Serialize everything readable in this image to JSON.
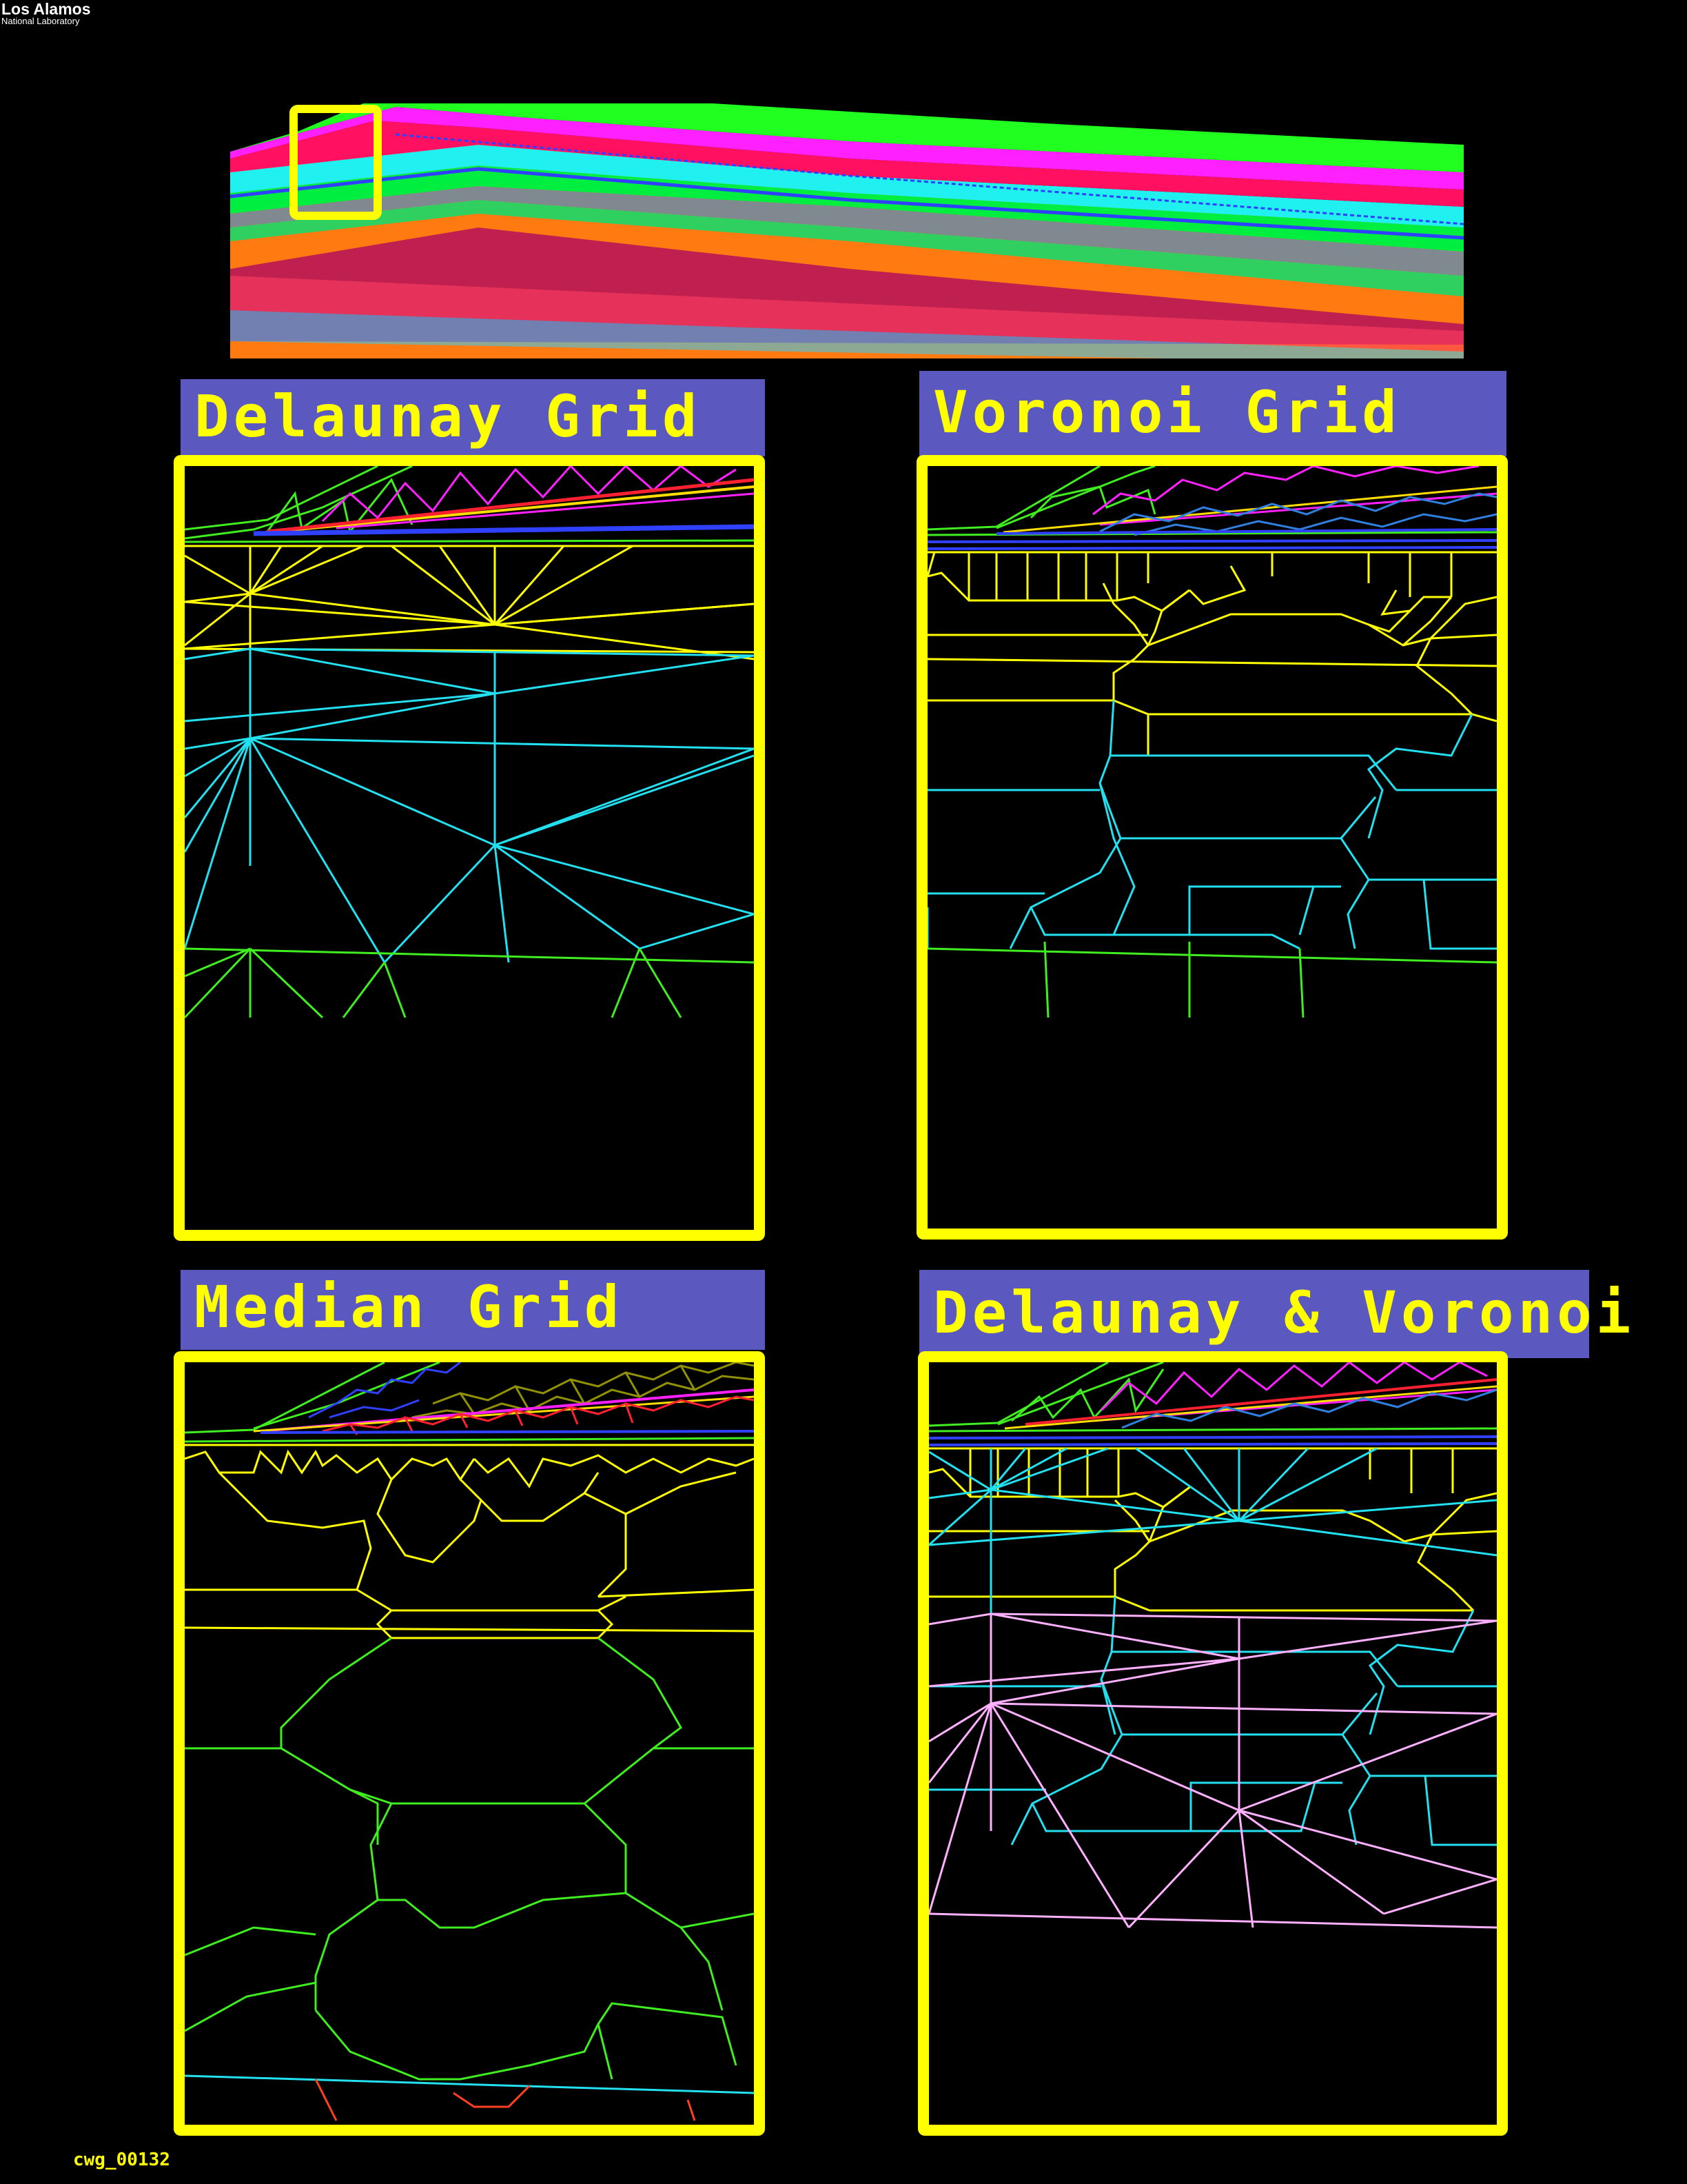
{
  "logo": {
    "name": "Los Alamos",
    "subtitle": "National Laboratory"
  },
  "panels": {
    "delaunay": {
      "title": "Delaunay Grid"
    },
    "voronoi": {
      "title": "Voronoi Grid"
    },
    "median": {
      "title": "Median Grid"
    },
    "combined": {
      "title": "Delaunay & Voronoi"
    }
  },
  "image_code": "cwg_00132",
  "colors": {
    "background": "#000000",
    "frame": "#ffff00",
    "title_bar": "#5b58bf",
    "title_text": "#ffff00",
    "edges_cyan": "#22e0f0",
    "edges_yellow": "#ffff00",
    "edges_green": "#40ee20",
    "edges_magenta": "#ff20ff",
    "edges_blue": "#3040ff",
    "edges_pink": "#ffb0ff",
    "edges_olive": "#909000",
    "edges_red": "#ff2030"
  }
}
